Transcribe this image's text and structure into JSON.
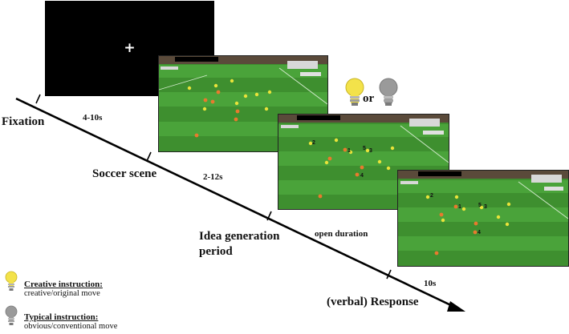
{
  "fixation_screen": {
    "symbol": "+"
  },
  "stages": {
    "fixation": "Fixation",
    "soccer_scene": "Soccer scene",
    "idea_generation_line1": "Idea generation",
    "idea_generation_line2": "period",
    "response": "(verbal) Response"
  },
  "durations": {
    "fixation": "4-10s",
    "scene": "2-12s",
    "idea": "open duration",
    "response": "10s"
  },
  "bulbs_connector": "or",
  "legend": {
    "creative_title": "Creative instruction:",
    "creative_desc": "creative/original move",
    "typical_title": "Typical instruction:",
    "typical_desc": "obvious/conventional move"
  },
  "player_numbers": {
    "scene2": [
      "2",
      "1",
      "5",
      "3",
      "4"
    ],
    "scene3": [
      "2",
      "1",
      "5",
      "3",
      "4"
    ]
  },
  "colors": {
    "pitch": "#3e8f2f",
    "pitch_stripe": "#4aa33a",
    "creative_bulb": "#f3e24a",
    "typical_bulb": "#9a9a9a",
    "timeline": "#000000"
  }
}
